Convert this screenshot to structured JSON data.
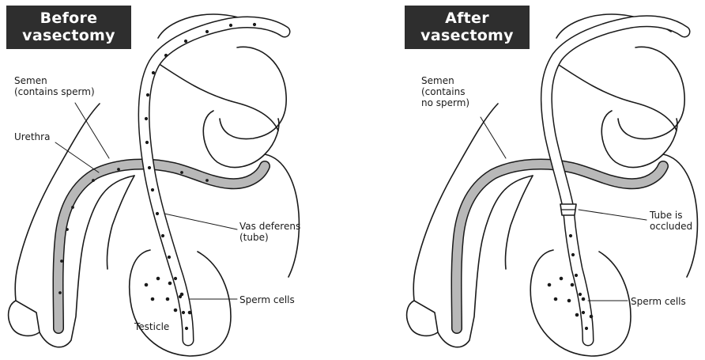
{
  "panels": [
    {
      "title_line1": "Before",
      "title_line2": "vasectomy",
      "labels": {
        "semen_line1": "Semen",
        "semen_line2": "(contains sperm)",
        "urethra": "Urethra",
        "vas_deferens_line1": "Vas deferens",
        "vas_deferens_line2": "(tube)",
        "sperm_cells": "Sperm cells",
        "testicle": "Testicle"
      }
    },
    {
      "title_line1": "After",
      "title_line2": "vasectomy",
      "labels": {
        "semen_line1": "Semen",
        "semen_line2": "(contains",
        "semen_line3": "no sperm)",
        "tube_line1": "Tube is",
        "tube_line2": "occluded",
        "sperm_cells": "Sperm cells"
      }
    }
  ],
  "colors": {
    "title_bg": "#2e2e2e",
    "title_text": "#ffffff",
    "outline": "#1a1a1a",
    "urethra_fill": "#b8b8b8"
  }
}
